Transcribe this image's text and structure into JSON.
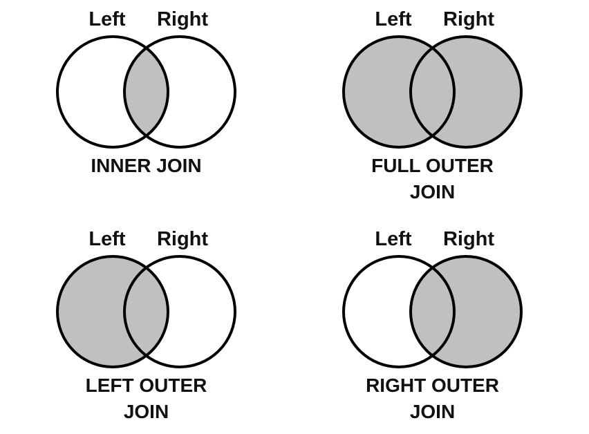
{
  "colors": {
    "fill": "#c0c0c0",
    "stroke": "#000000",
    "background": "#ffffff"
  },
  "joins": [
    {
      "id": "inner",
      "left_label": "Left",
      "right_label": "Right",
      "caption_lines": [
        "INNER JOIN"
      ],
      "fill_left_only": false,
      "fill_intersection": true,
      "fill_right_only": false
    },
    {
      "id": "full-outer",
      "left_label": "Left",
      "right_label": "Right",
      "caption_lines": [
        "FULL OUTER",
        "JOIN"
      ],
      "fill_left_only": true,
      "fill_intersection": true,
      "fill_right_only": true
    },
    {
      "id": "left-outer",
      "left_label": "Left",
      "right_label": "Right",
      "caption_lines": [
        "LEFT OUTER",
        "JOIN"
      ],
      "fill_left_only": true,
      "fill_intersection": true,
      "fill_right_only": false
    },
    {
      "id": "right-outer",
      "left_label": "Left",
      "right_label": "Right",
      "caption_lines": [
        "RIGHT OUTER",
        "JOIN"
      ],
      "fill_left_only": false,
      "fill_intersection": true,
      "fill_right_only": true
    }
  ]
}
